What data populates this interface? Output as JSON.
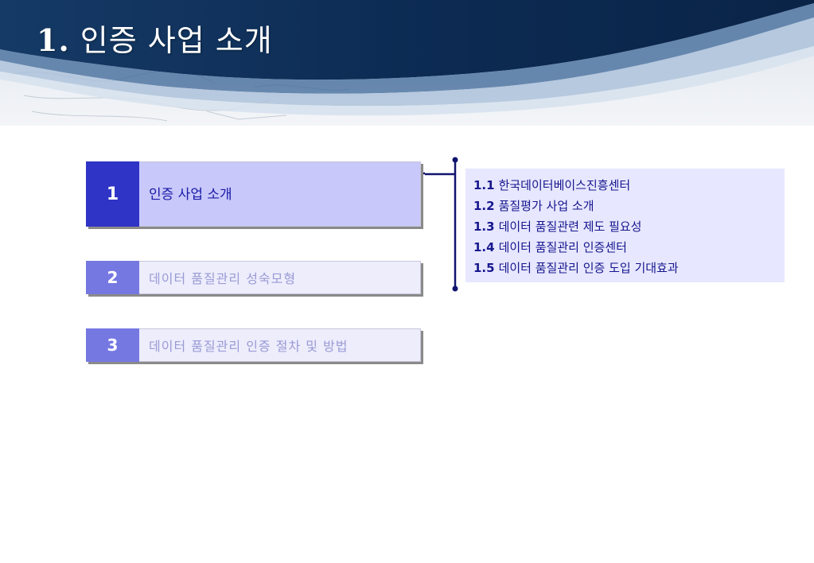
{
  "header": {
    "title_number": "1.",
    "title_text": "인증 사업 소개"
  },
  "menu": {
    "items": [
      {
        "number": "1",
        "label": "인증 사업 소개",
        "state": "active"
      },
      {
        "number": "2",
        "label": "데이터 품질관리 성숙모형",
        "state": "inactive"
      },
      {
        "number": "3",
        "label": "데이터 품질관리 인증 절차 및 방법",
        "state": "inactive"
      }
    ]
  },
  "submenu": {
    "items": [
      {
        "number": "1.1",
        "label": "한국데이터베이스진흥센터"
      },
      {
        "number": "1.2",
        "label": "품질평가 사업 소개"
      },
      {
        "number": "1.3",
        "label": "데이터 품질관련 제도 필요성"
      },
      {
        "number": "1.4",
        "label": "데이터 품질관리 인증센터"
      },
      {
        "number": "1.5",
        "label": "데이터 품질관리 인증 도입 기대효과"
      }
    ]
  },
  "colors": {
    "banner_dark": "#0c2a52",
    "banner_light": "#e9edf1",
    "active_number_bg": "#3034c6",
    "active_label_bg": "#c8c8fa",
    "inactive_number_bg": "#7678e2",
    "inactive_label_bg": "#ededfc",
    "connector": "#10146e",
    "submenu_bg": "#e7e7ff",
    "submenu_text": "#16168e"
  }
}
